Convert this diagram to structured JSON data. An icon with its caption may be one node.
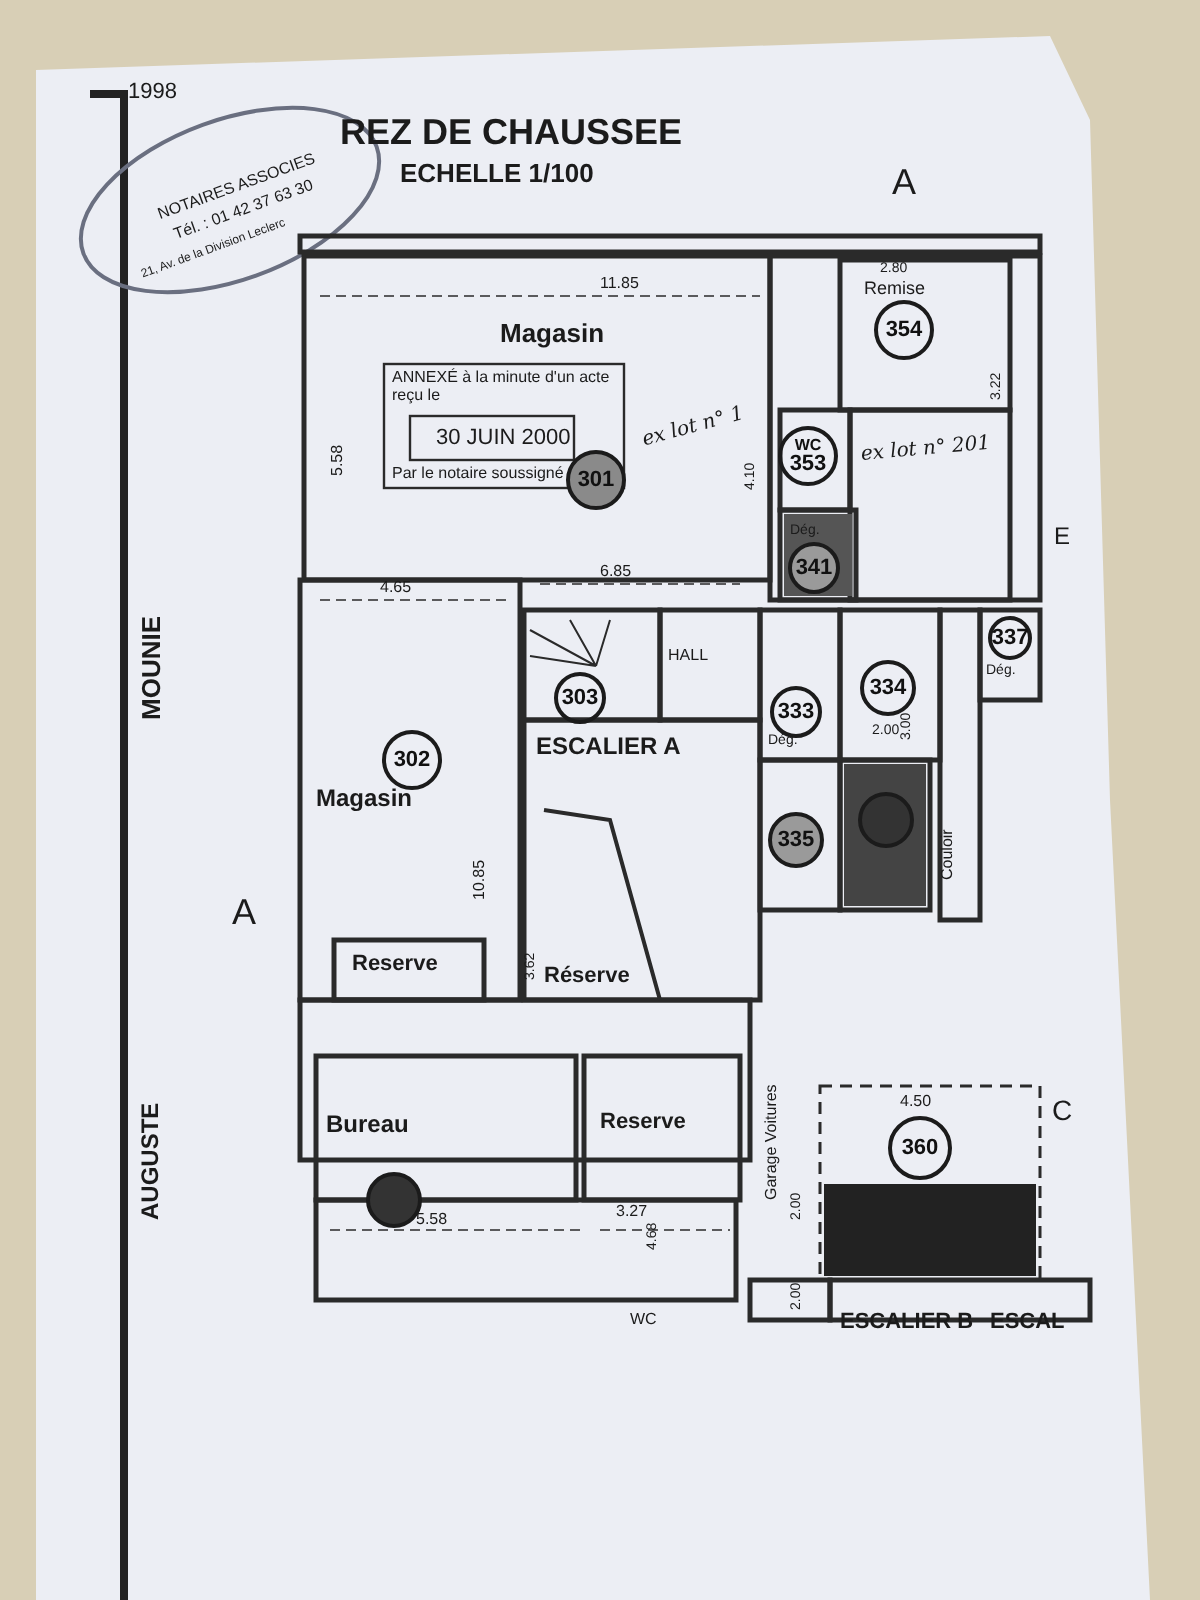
{
  "diagram": {
    "title": "REZ DE CHAUSSEE",
    "nodes": [
      {
        "text": [
          "354"
        ]
      },
      {
        "text": [
          "301"
        ]
      },
      {
        "text": [
          "WC",
          "353"
        ]
      },
      {
        "text": [
          "341"
        ]
      },
      {
        "text": [
          "337"
        ]
      },
      {
        "text": [
          "303"
        ]
      },
      {
        "text": [
          "334"
        ]
      },
      {
        "text": [
          "333"
        ]
      },
      {
        "text": [
          "302"
        ]
      },
      {
        "text": [
          "335"
        ]
      },
      {
        "text": [],
        "shape": "circle"
      },
      {
        "text": [
          "360"
        ]
      },
      {
        "text": [],
        "shape": "circle"
      }
    ],
    "labels": [
      "1998",
      "NOTAIRES ASSOCIES",
      "Tél. : 01 42 37 63 30",
      "21, Av. de la Division Leclerc",
      "ECHELLE 1/100",
      "A",
      "11.85",
      "Magasin",
      "5.58",
      "ANNEXÉ à la minute d'un acte reçu le",
      "30 JUIN 2000",
      "Par le notaire soussigné",
      "ex lot n° 1",
      "2.80",
      "Remise",
      "3.22",
      "ex lot n° 201",
      "4.10",
      "E",
      "4.65",
      "6.85",
      "Dég.",
      "HALL",
      "Dég.",
      "Dég.",
      "3.00",
      "2.00",
      "Couloir",
      "ESCALIER A",
      "Magasin",
      "10.85",
      "A",
      "3.62",
      "Reserve",
      "Réserve",
      "MOUNIE",
      "AUGUSTE",
      "Bureau",
      "Reserve",
      "4.68",
      "5.58",
      "3.27",
      "Garage Voitures",
      "4.50",
      "C",
      "2.00",
      "2.00",
      "WC",
      "ESCALIER B",
      "ESCAL"
    ]
  }
}
